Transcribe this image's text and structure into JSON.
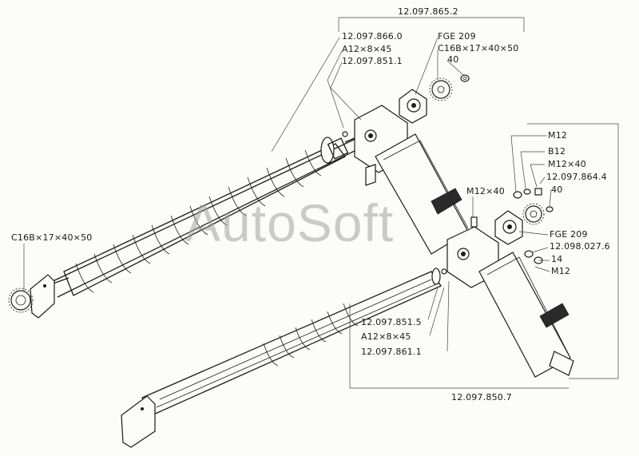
{
  "labels": {
    "assembly_top": "12.097.865.2",
    "assembly_bottom": "12.097.850.7",
    "upper_rotor": "12.097.866.0",
    "key_upper": "A12×8×45",
    "bushing_upper": "12.097.851.1",
    "bearing_upper": "FGE 209",
    "sprocket_upper": "C16B×17×40×50",
    "washer_upper": "40",
    "sprocket_left": "C16B×17×40×50",
    "bolt_mid": "M12×40",
    "nut_right": "M12",
    "washer_b12": "B12",
    "bolt_right": "M12×40",
    "part_864": "12.097.864.4",
    "washer_right": "40",
    "bearing_right": "FGE 209",
    "part_027": "12.098.027.6",
    "washer_14": "14",
    "nut_lower": "M12",
    "lower_rotor": "12.097.851.5",
    "key_lower": "A12×8×45",
    "bushing_lower": "12.097.861.1"
  },
  "watermark": "AutoSoft"
}
